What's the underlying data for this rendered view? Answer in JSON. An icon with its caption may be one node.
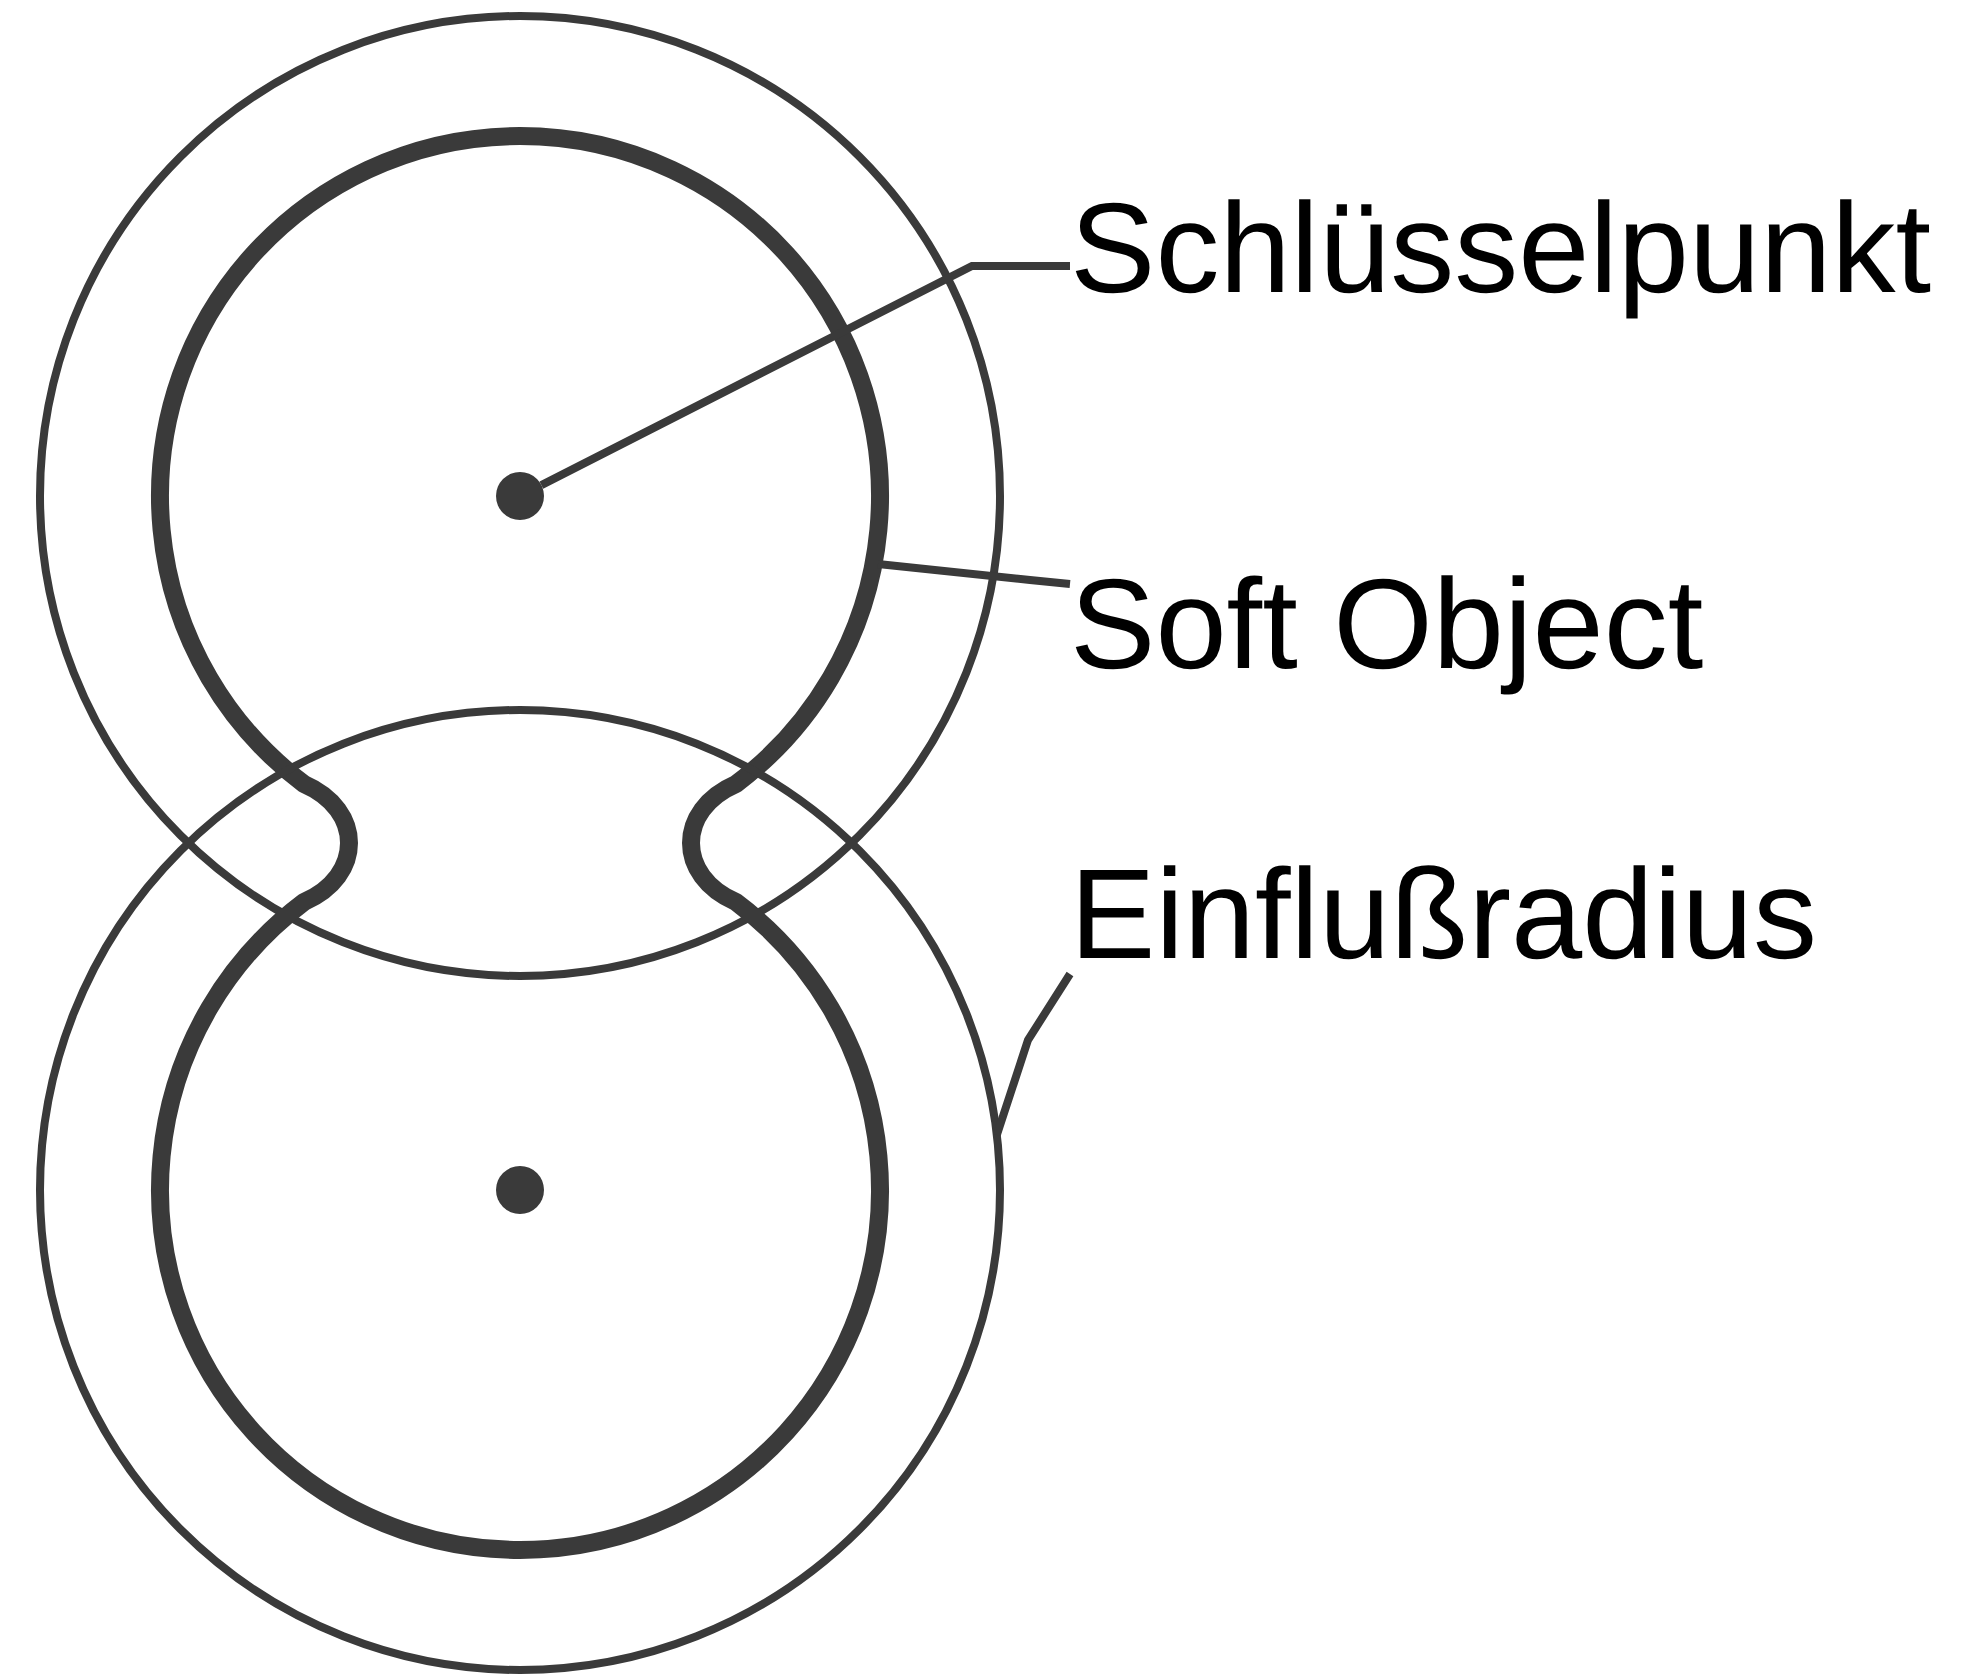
{
  "diagram": {
    "nodes": [
      {
        "text": [
          "Schlüsselpunkt"
        ]
      },
      {
        "text": [],
        "shape": "circle",
        "in": 3
      },
      {
        "text": [
          "Soft Object"
        ]
      },
      {
        "text": [],
        "shape": "blob"
      },
      {
        "text": [
          "Einflußradius"
        ]
      },
      {
        "text": [],
        "shape": "circle"
      }
    ],
    "edges": [
      {
        "from": 0,
        "to": 1,
        "arrow": "none"
      },
      {
        "from": 2,
        "to": 3,
        "arrow": "none"
      },
      {
        "from": 4,
        "to": 5,
        "arrow": "none"
      }
    ]
  }
}
